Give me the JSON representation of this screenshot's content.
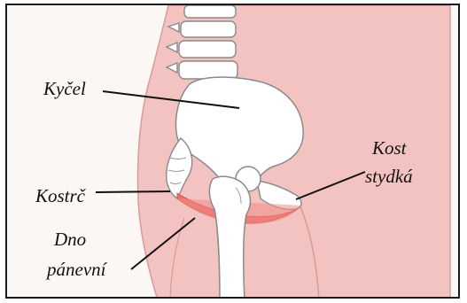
{
  "labels": {
    "kycel": "Kyčel",
    "kostrc": "Kostrč",
    "dno_line1": "Dno",
    "dno_line2": "pánevní",
    "kost_line1": "Kost",
    "kost_line2": "stydká"
  },
  "colors": {
    "background": "#fbf7f5",
    "skin": "#f3c3c1",
    "skin_dark": "#e9a9a8",
    "bone": "#ffffff",
    "bone_outline": "#8a8a8a",
    "pelvic_floor": "#e8706c",
    "leader_line": "#111111"
  }
}
